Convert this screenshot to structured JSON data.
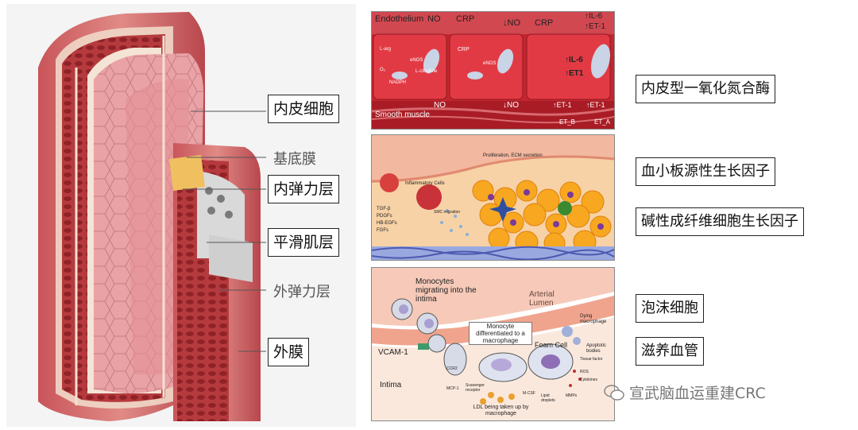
{
  "vessel_labels": {
    "endothelium": "内皮细胞",
    "basement_membrane": "基底膜",
    "internal_elastic": "内弹力层",
    "smooth_muscle": "平滑肌层",
    "external_elastic": "外弹力层",
    "adventitia": "外膜"
  },
  "panel1": {
    "endothelium": "Endothelium",
    "no": "NO",
    "crp1": "CRP",
    "down_no": "↓NO",
    "crp2": "CRP",
    "up_il6_top": "↑IL-6",
    "up_et1_top": "↑ET-1",
    "l_arg": "L-arg",
    "enos": "eNOS",
    "nadph": "NADPH",
    "l_citrulline": "L-citrulline",
    "o2": "O₂",
    "crp_small": "CRP",
    "enos2": "eNOS",
    "up_il6": "↑IL-6",
    "up_et1": "↑ET1",
    "no_bottom": "NO",
    "down_no_bottom": "↓NO",
    "up_et1_b1": "↑ET-1",
    "up_et1_b2": "↑ET-1",
    "smooth_muscle": "Smooth muscle",
    "etb": "ET_B",
    "eta": "ET_A"
  },
  "panel2": {
    "proliferation": "Proliferation, ECM secretion",
    "inflammatory": "Inflammatory Cells",
    "factors": [
      "TGF-β",
      "PDGFs",
      "HB-EGFs",
      "FGFs"
    ],
    "smc": "SMC migration"
  },
  "panel3": {
    "monocytes_migrating": "Monocytes migrating into the intima",
    "arterial_lumen": "Arterial Lumen",
    "dying_macrophage": "Dying macrophage",
    "apoptotic_bodies": "Apoptotic bodies",
    "monocyte_diff": "Monocyte differentiated to a macrophage",
    "foam_cell": "Foam Cell",
    "vcam": "VCAM-1",
    "intima": "Intima",
    "ccr2": "CCR2",
    "mcp1": "MCP-1",
    "scavenger": "Scavenger receptor",
    "mcsf": "M-CSF",
    "lipid": "Lipid droplets",
    "ldl": "LDL being taken up by macrophage",
    "tissue_factor": "Tissue factor",
    "ros": "ROS",
    "cytokines": "Cytokines",
    "mmps": "MMPs"
  },
  "right_labels": {
    "enos": "内皮型一氧化氮合酶",
    "pdgf": "血小板源性生长因子",
    "bfgf": "碱性成纤维细胞生长因子",
    "foam": "泡沫细胞",
    "vasa": "滋养血管"
  },
  "watermark": "宣武脑血运重建CRC"
}
